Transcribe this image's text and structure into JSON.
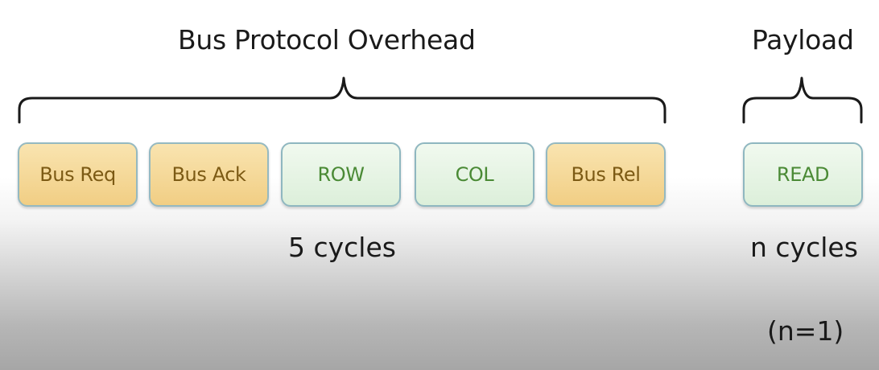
{
  "overhead": {
    "title": "Bus Protocol Overhead",
    "cycles": "5 cycles",
    "steps": [
      {
        "label": "Bus Req",
        "kind": "bus"
      },
      {
        "label": "Bus Ack",
        "kind": "bus"
      },
      {
        "label": "ROW",
        "kind": "data"
      },
      {
        "label": "COL",
        "kind": "data"
      },
      {
        "label": "Bus Rel",
        "kind": "bus"
      }
    ]
  },
  "payload": {
    "title": "Payload",
    "step": {
      "label": "READ",
      "kind": "data"
    },
    "cycles": "n cycles",
    "note": "(n=1)"
  },
  "colors": {
    "bus_fill": "#f3d38e",
    "bus_text": "#7c5a14",
    "data_fill": "#e4f3e1",
    "data_text": "#4a8a35",
    "block_border": "#95b9c1"
  }
}
